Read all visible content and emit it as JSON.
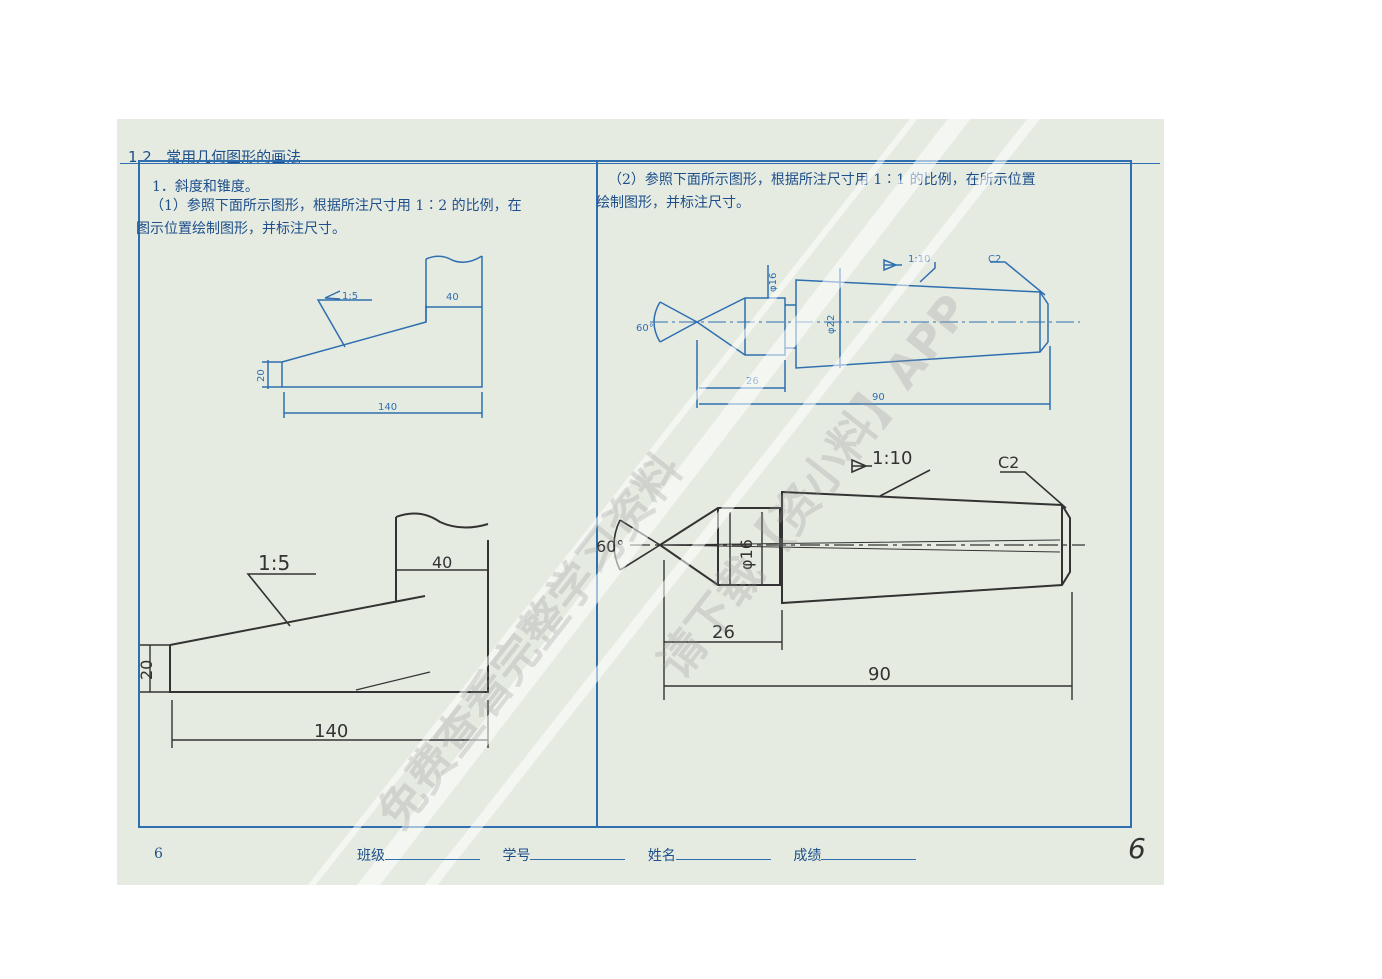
{
  "header": {
    "section_number": "1.2",
    "section_title": "常用几何图形的画法"
  },
  "left": {
    "heading": "1．斜度和锥度。",
    "instruction_line1": "（1）参照下面所示图形，根据所注尺寸用 1∶2 的比例，在",
    "instruction_line2": "图示位置绘制图形，并标注尺寸。",
    "ref_dims": {
      "slope": "1:5",
      "width": "40",
      "height": "20",
      "length": "140"
    },
    "draw_dims": {
      "slope": "1:5",
      "width": "40",
      "height": "20",
      "length": "140"
    }
  },
  "right": {
    "instruction_line1": "（2）参照下面所示图形，根据所注尺寸用 1∶1 的比例，在所示位置",
    "instruction_line2": "绘制图形，并标注尺寸。",
    "ref_dims": {
      "angle": "60°",
      "dia_small": "φ16",
      "dia_large": "φ22",
      "taper": "1:10",
      "chamfer": "C2",
      "len_short": "26",
      "len_total": "90"
    },
    "draw_dims": {
      "angle": "60°",
      "dia_small": "φ16",
      "taper": "1:10",
      "chamfer": "C2",
      "len_short": "26",
      "len_total": "90"
    }
  },
  "footer": {
    "page_number": "6",
    "class_label": "班级",
    "student_id_label": "学号",
    "name_label": "姓名",
    "score_label": "成绩",
    "handwritten_page": "6"
  },
  "watermark": {
    "line1": "免费查看完整学习资料",
    "line2": "请下载【资小料】APP"
  },
  "colors": {
    "print_blue": "#2f6fb0",
    "pencil": "#333333",
    "paper": "#e6ebe2"
  }
}
